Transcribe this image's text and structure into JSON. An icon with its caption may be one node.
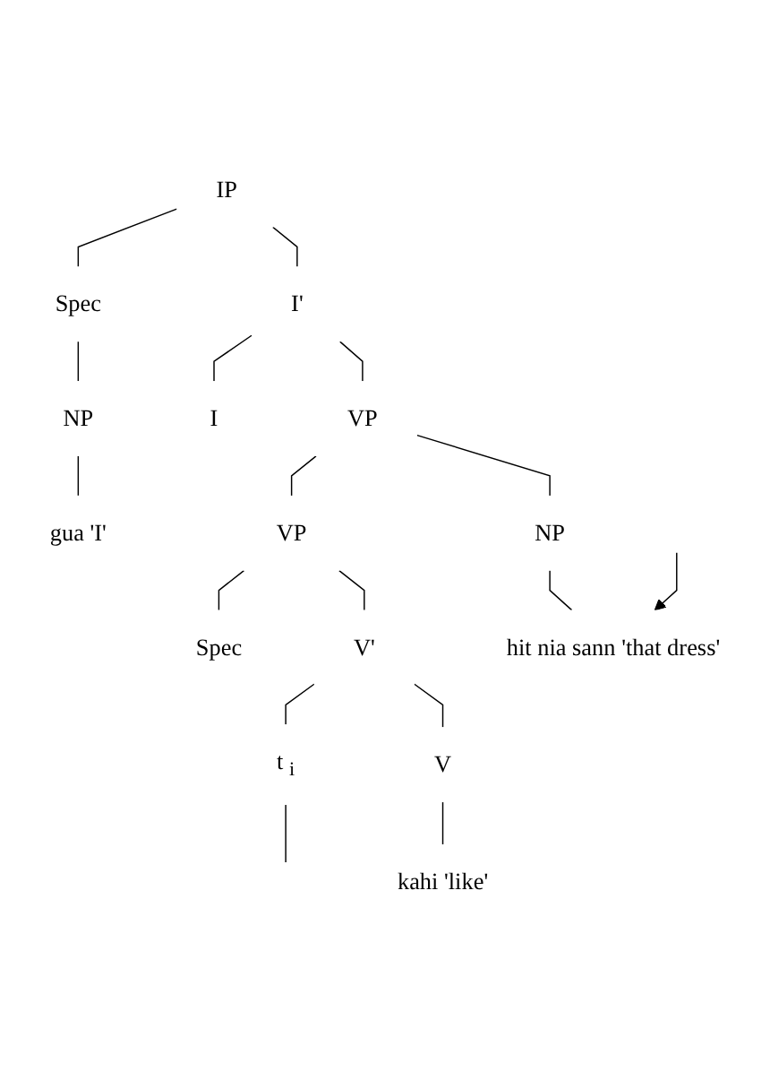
{
  "diagram": {
    "nodes": [
      {
        "text": [
          "IP"
        ]
      },
      {
        "text": [
          "Spec"
        ]
      },
      {
        "text": [
          "I'"
        ]
      },
      {
        "text": [
          "I"
        ]
      },
      {
        "text": [
          "VP"
        ]
      },
      {
        "text": [
          "NP"
        ]
      },
      {
        "text": [
          "VP"
        ]
      },
      {
        "text": [
          "gua 'I'"
        ]
      },
      {
        "text": [
          "NP"
        ]
      },
      {
        "text": [
          "Spec"
        ]
      },
      {
        "text": [
          "V'"
        ]
      },
      {
        "text": [
          "hit nia sann 'that dress'"
        ]
      },
      {
        "text": [
          "t $_{i}$"
        ]
      },
      {
        "text": [
          "V"
        ]
      },
      {
        "text": [
          "kahi 'like'"
        ]
      }
    ],
    "edges": [
      {
        "from": 0,
        "to": 1,
        "arrow": "none"
      },
      {
        "from": 0,
        "to": 2,
        "arrow": "none"
      },
      {
        "from": 1,
        "to": 5,
        "arrow": "none"
      },
      {
        "from": 5,
        "to": 7,
        "arrow": "none"
      },
      {
        "from": 2,
        "to": 3,
        "arrow": "none"
      },
      {
        "from": 2,
        "to": 4,
        "arrow": "none"
      },
      {
        "from": 4,
        "to": 6,
        "arrow": "none"
      },
      {
        "from": 4,
        "to": 8,
        "arrow": "none"
      },
      {
        "from": 6,
        "to": 9,
        "arrow": "none"
      },
      {
        "from": 6,
        "to": 10,
        "arrow": "none"
      },
      {
        "from": 8,
        "to": 11,
        "arrow": "none"
      },
      {
        "from": 10,
        "to": 12,
        "arrow": "none"
      },
      {
        "from": 10,
        "to": 13,
        "arrow": "none"
      },
      {
        "from": 13,
        "to": 14,
        "arrow": "none"
      },
      {
        "from": 12,
        "to": null,
        "arrow": "none"
      },
      {
        "from": null,
        "to": 11,
        "arrow": "to"
      }
    ]
  }
}
